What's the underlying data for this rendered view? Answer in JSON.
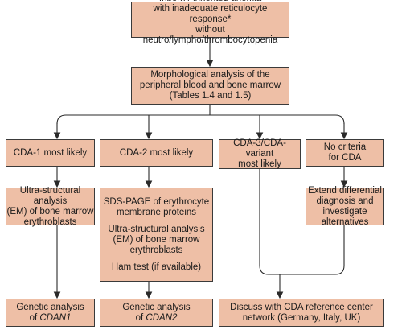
{
  "nodes": {
    "start": "Inborn / inherited anemia\nwith inadequate reticulocyte response*\nwithout neutro/lympho/thrombocytopenia",
    "morph": "Morphological analysis of the\nperipheral blood and bone marrow\n(Tables 1.4 and 1.5)",
    "cda1": "CDA-1 most likely",
    "cda2": "CDA-2 most likely",
    "cda3": "CDA-3/CDA-variant\nmost likely",
    "nocrit": "No criteria\nfor CDA",
    "ultra1": "Ultra-structural analysis\n(EM) of bone marrow\nerythroblasts",
    "cda2_steps": [
      "SDS-PAGE of erythrocyte\nmembrane proteins",
      "Ultra-structural analysis\n(EM) of bone marrow\nerythroblasts",
      "Ham test (if available)"
    ],
    "extend": "Extend differential\ndiagnosis and investigate\nalternatives",
    "gen1": {
      "prefix": "Genetic analysis\nof ",
      "gene": "CDAN1"
    },
    "gen2": {
      "prefix": "Genetic analysis\nof ",
      "gene": "CDAN2"
    },
    "discuss": "Discuss with CDA reference center\nnetwork (Germany, Italy, UK)"
  },
  "colors": {
    "box_fill": "#eebfa6",
    "box_border": "#3a3a3a",
    "line": "#2a2a2a"
  }
}
